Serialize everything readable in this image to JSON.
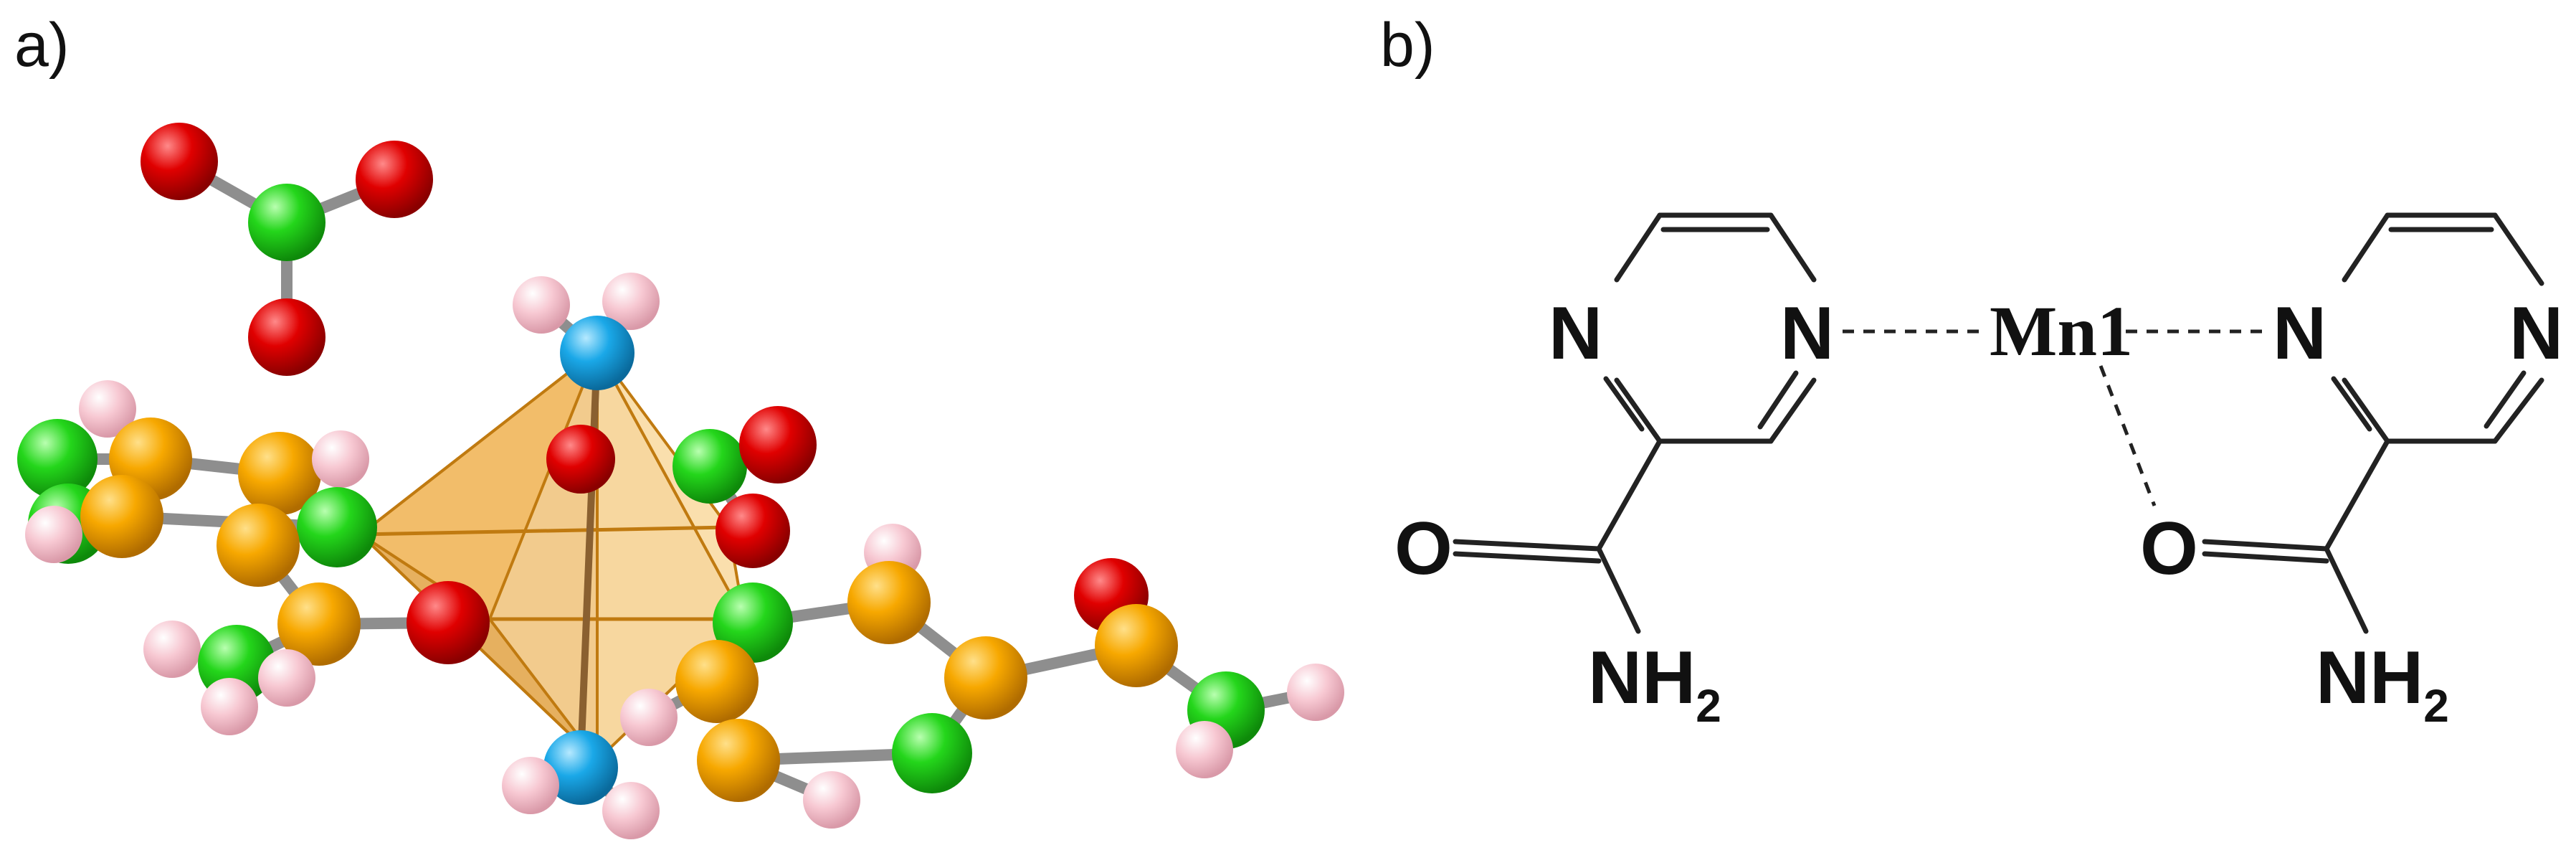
{
  "panels": {
    "a": {
      "label": "a)"
    },
    "b": {
      "label": "b)"
    }
  },
  "structure": {
    "left_ligand": {
      "ring_n_left": "N",
      "ring_n_right": "N",
      "carbonyl_o": "O",
      "amide": {
        "main": "NH",
        "subscript": "2"
      }
    },
    "metal": {
      "label": "Mn1"
    },
    "right_ligand": {
      "ring_n_left": "N",
      "ring_n_right": "N",
      "carbonyl_o": "O",
      "amide": {
        "main": "NH",
        "subscript": "2"
      }
    }
  },
  "colors": {
    "carbon": "#f5a100",
    "nitrogen": "#22d41a",
    "oxygen": "#e00000",
    "hydrogen": "#f7c5cf",
    "coordinated_n": "#1aa8e8",
    "polyhedron": "#e8a030",
    "stick": "#8e8e8e",
    "stroke": "#222222"
  }
}
